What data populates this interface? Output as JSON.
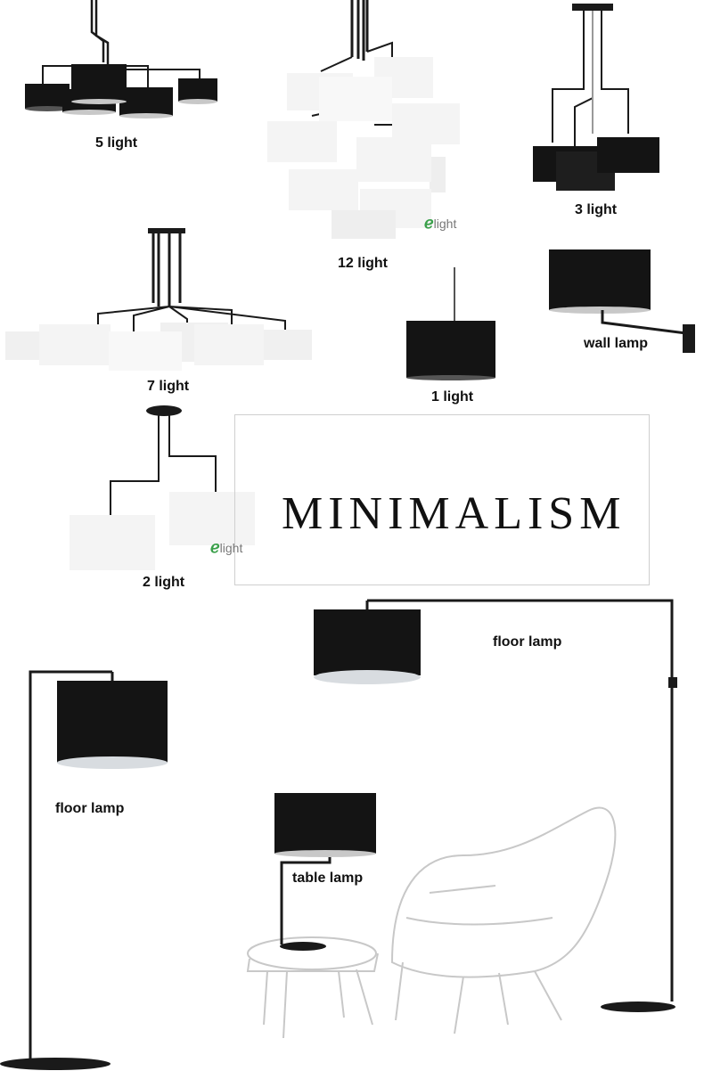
{
  "labels": {
    "five_light": "5 light",
    "twelve_light": "12 light",
    "three_light": "3 light",
    "seven_light": "7 light",
    "one_light": "1 light",
    "wall_lamp": "wall lamp",
    "two_light": "2 light",
    "floor_lamp_right": "floor lamp",
    "floor_lamp_left": "floor lamp",
    "table_lamp": "table lamp"
  },
  "headline": "MINIMALISM",
  "logo": {
    "mark": "ℯ",
    "text": "light"
  },
  "colors": {
    "shade_black": "#141414",
    "shade_white": "#f4f4f4",
    "rod": "#1a1a1a",
    "sketch": "#cccccc"
  }
}
